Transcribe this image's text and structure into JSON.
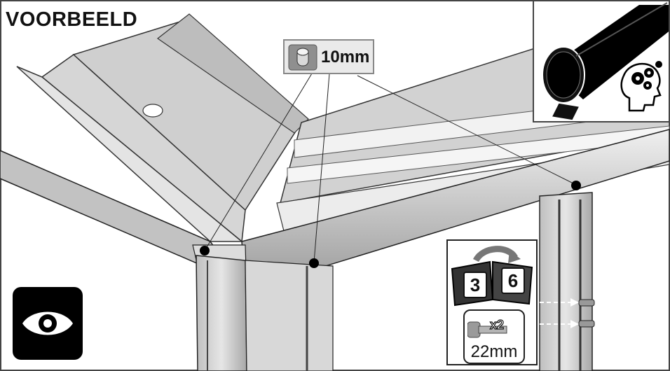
{
  "title": "VOORBEELD",
  "screw": {
    "label": "10mm"
  },
  "bolt_box": {
    "page_from": "3",
    "page_to": "6",
    "quantity": "x2",
    "length": "22mm"
  },
  "colors": {
    "frame": "#c9c9c9",
    "frame_dark": "#8a8a8a",
    "outline": "#222222",
    "eye_bg": "#000000"
  },
  "icons": [
    "screw-icon",
    "eye-icon",
    "manual-book-icon",
    "bolt-icon",
    "thinking-head-gears-icon",
    "rubber-seal-profile-icon"
  ]
}
